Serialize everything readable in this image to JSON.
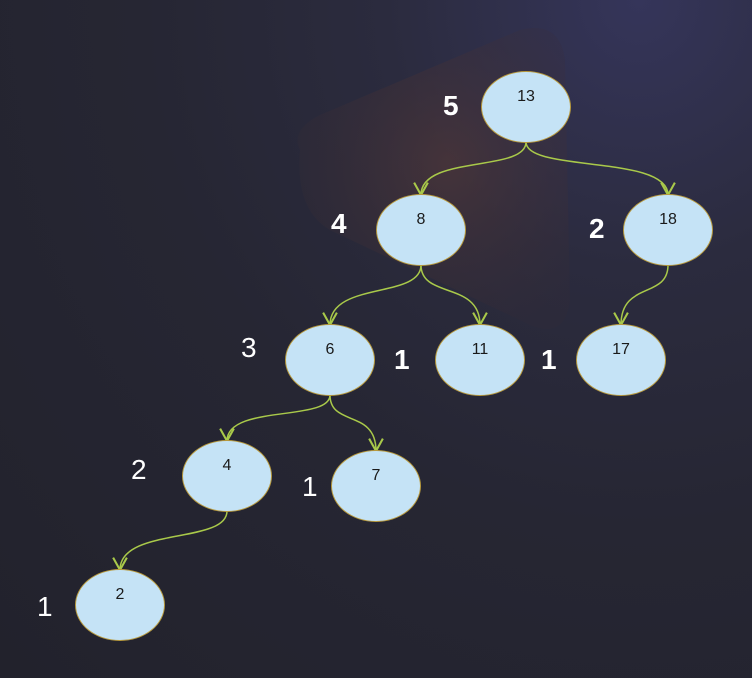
{
  "diagram": {
    "nodes": [
      {
        "id": "13",
        "label": "13",
        "height": "5",
        "height_bold": true
      },
      {
        "id": "8",
        "label": "8",
        "height": "4",
        "height_bold": true
      },
      {
        "id": "18",
        "label": "18",
        "height": "2",
        "height_bold": true
      },
      {
        "id": "6",
        "label": "6",
        "height": "3",
        "height_bold": false
      },
      {
        "id": "11",
        "label": "11",
        "height": "1",
        "height_bold": true
      },
      {
        "id": "17",
        "label": "17",
        "height": "1",
        "height_bold": true
      },
      {
        "id": "4",
        "label": "4",
        "height": "2",
        "height_bold": false
      },
      {
        "id": "7",
        "label": "7",
        "height": "1",
        "height_bold": false
      },
      {
        "id": "2",
        "label": "2",
        "height": "1",
        "height_bold": false
      }
    ],
    "edges": [
      {
        "from": "13",
        "to": "8"
      },
      {
        "from": "13",
        "to": "18"
      },
      {
        "from": "8",
        "to": "6"
      },
      {
        "from": "8",
        "to": "11"
      },
      {
        "from": "18",
        "to": "17"
      },
      {
        "from": "6",
        "to": "4"
      },
      {
        "from": "6",
        "to": "7"
      },
      {
        "from": "4",
        "to": "2"
      }
    ],
    "colors": {
      "node_fill": "#c5e3f6",
      "node_border": "#b89a3e",
      "edge": "#a9c94a",
      "height_text": "#ffffff",
      "background": "#23232f"
    }
  }
}
